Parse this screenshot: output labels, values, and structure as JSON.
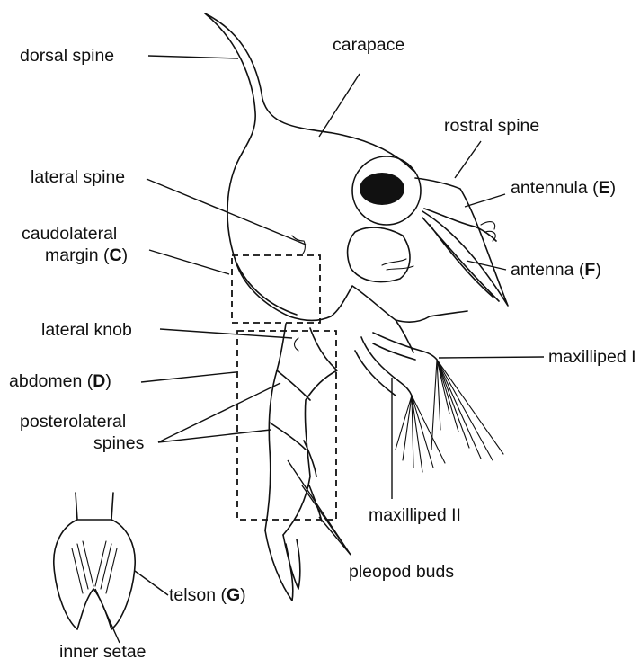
{
  "labels": {
    "dorsal_spine": "dorsal spine",
    "carapace": "carapace",
    "rostral_spine": "rostral spine",
    "lateral_spine": "lateral spine",
    "antennula": {
      "text": "antennula (",
      "key": "E",
      "close": ")"
    },
    "caudolateral_line1": "caudolateral",
    "caudolateral_line2": {
      "text": "margin (",
      "key": "C",
      "close": ")"
    },
    "antenna": {
      "text": "antenna (",
      "key": "F",
      "close": ")"
    },
    "lateral_knob": "lateral knob",
    "maxilliped_1": "maxilliped I",
    "abdomen": {
      "text": "abdomen (",
      "key": "D",
      "close": ")"
    },
    "posterolateral_line1": "posterolateral",
    "posterolateral_line2": "spines",
    "maxilliped_2": "maxilliped II",
    "pleopod_buds": "pleopod buds",
    "telson": {
      "text": "telson (",
      "key": "G",
      "close": ")"
    },
    "inner_setae": "inner setae"
  }
}
